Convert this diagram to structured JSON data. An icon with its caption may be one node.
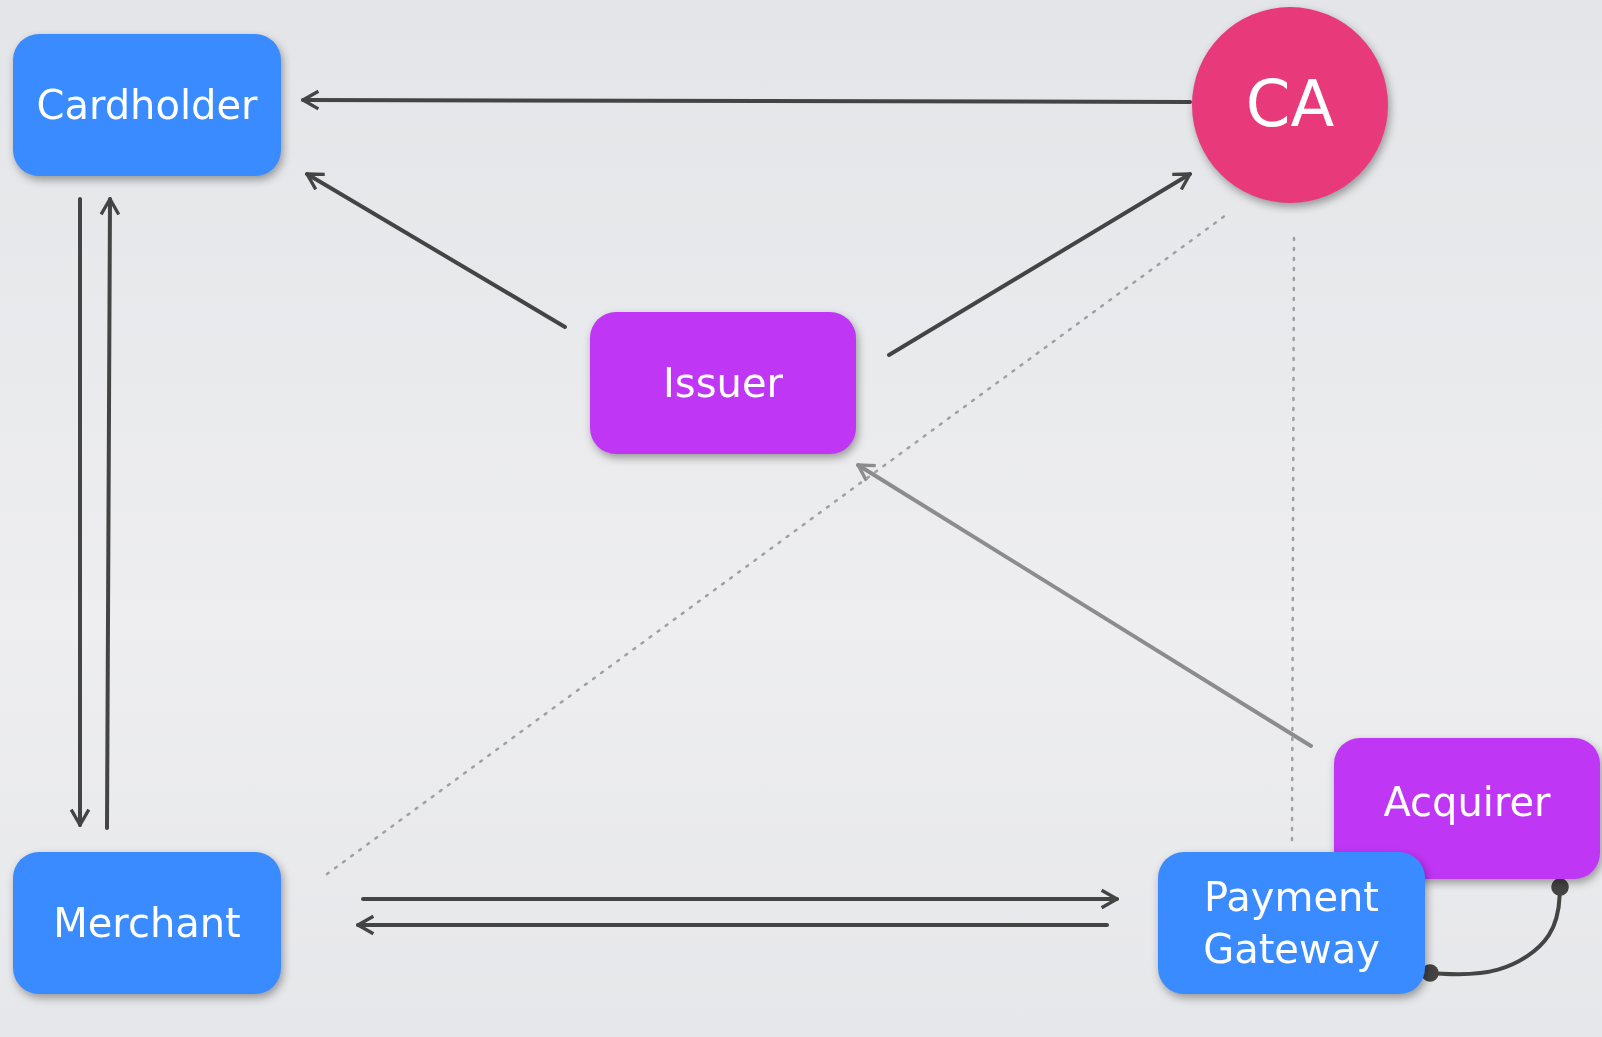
{
  "diagram": {
    "nodes": [
      {
        "text": [
          "Cardholder"
        ]
      },
      {
        "text": [
          "CA"
        ]
      },
      {
        "text": [
          "Issuer"
        ]
      },
      {
        "text": [
          "Merchant"
        ]
      },
      {
        "text": [
          "Acquirer"
        ]
      },
      {
        "text": [
          "Payment Gateway"
        ]
      }
    ],
    "edges": [
      {
        "from": 1,
        "to": 0,
        "arrow": "to"
      },
      {
        "from": 2,
        "to": 0,
        "arrow": "to"
      },
      {
        "from": 2,
        "to": 1,
        "arrow": "to"
      },
      {
        "from": 4,
        "to": 2,
        "arrow": "to",
        "color": "#8c8c8c"
      },
      {
        "from": 0,
        "to": 3,
        "arrow": "to"
      },
      {
        "from": 3,
        "to": 0,
        "arrow": "to"
      },
      {
        "from": 3,
        "to": 5,
        "arrow": "to"
      },
      {
        "from": 5,
        "to": 3,
        "arrow": "to"
      },
      {
        "from": 3,
        "to": 1,
        "arrow": "none",
        "style": "dashed",
        "color": "#a0a0a0"
      },
      {
        "from": 5,
        "to": 1,
        "arrow": "none",
        "style": "dashed",
        "color": "#a0a0a0"
      },
      {
        "from": 5,
        "to": 4,
        "arrow": "other"
      }
    ]
  }
}
